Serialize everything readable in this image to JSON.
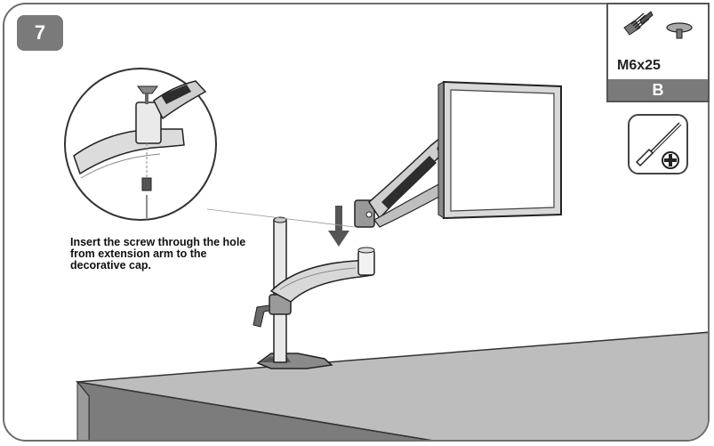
{
  "step": {
    "number": "7"
  },
  "parts": {
    "size_label": "M6x25",
    "letter": "B"
  },
  "tool": {
    "icon": "phillips-screwdriver-icon"
  },
  "instruction": {
    "text": "Insert the screw through the hole from extension arm to the decorative cap."
  },
  "colors": {
    "frame": "#6d6d6d",
    "badge": "#7a7a7a",
    "desk_top": "#bdbdbd",
    "desk_front": "#7c7c7c"
  }
}
